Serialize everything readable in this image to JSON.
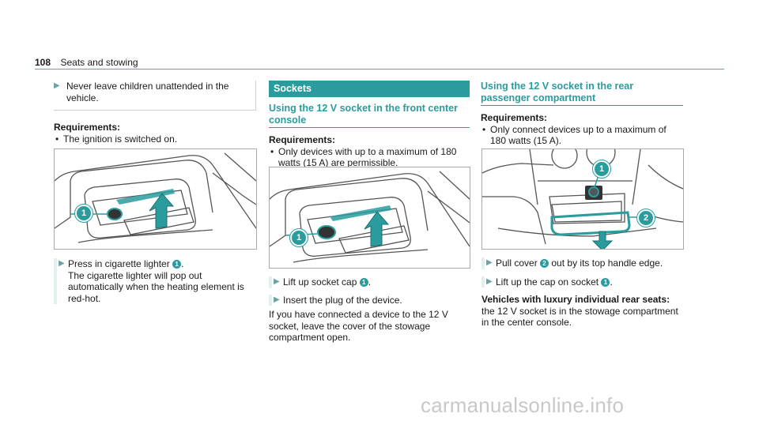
{
  "header": {
    "page_number": "108",
    "title": "Seats and stowing"
  },
  "col1": {
    "warning": "Never leave children unattended in the vehicle.",
    "req_label": "Requirements:",
    "req_items": [
      "The ignition is switched on."
    ],
    "figure_callouts": [
      "1"
    ],
    "step1_pre": "Press in cigarette lighter",
    "step1_badge": "1",
    "step1_post": ".",
    "step1_detail": "The cigarette lighter will pop out automatically when the heating element is red-hot."
  },
  "col2": {
    "section_bar": "Sockets",
    "subhead": "Using the 12 V socket in the front center console",
    "req_label": "Requirements:",
    "req_items": [
      "Only devices with up to a maximum of 180 watts (15 A) are permissible."
    ],
    "figure_callouts": [
      "1"
    ],
    "step1_pre": "Lift up socket cap",
    "step1_badge": "1",
    "step1_post": ".",
    "step2": "Insert the plug of the device.",
    "para": "If you have connected a device to the 12 V socket, leave the cover of the stowage compartment open."
  },
  "col3": {
    "subhead": "Using the 12 V socket in the rear passenger compartment",
    "req_label": "Requirements:",
    "req_items": [
      "Only connect devices up to a maximum of 180 watts (15 A)."
    ],
    "figure_callouts": [
      "1",
      "2"
    ],
    "step1_pre": "Pull cover",
    "step1_badge": "2",
    "step1_post": "out by its top handle edge.",
    "step2_pre": "Lift up the cap on socket",
    "step2_badge": "1",
    "step2_post": ".",
    "bold_label": "Vehicles with luxury individual rear seats:",
    "para": "the 12 V socket is in the stowage compartment in the center console."
  },
  "watermark": "carmanualsonline.info",
  "colors": {
    "accent": "#2a9c9e",
    "rule": "#55a8ad",
    "step_bar": "#e1efef"
  }
}
